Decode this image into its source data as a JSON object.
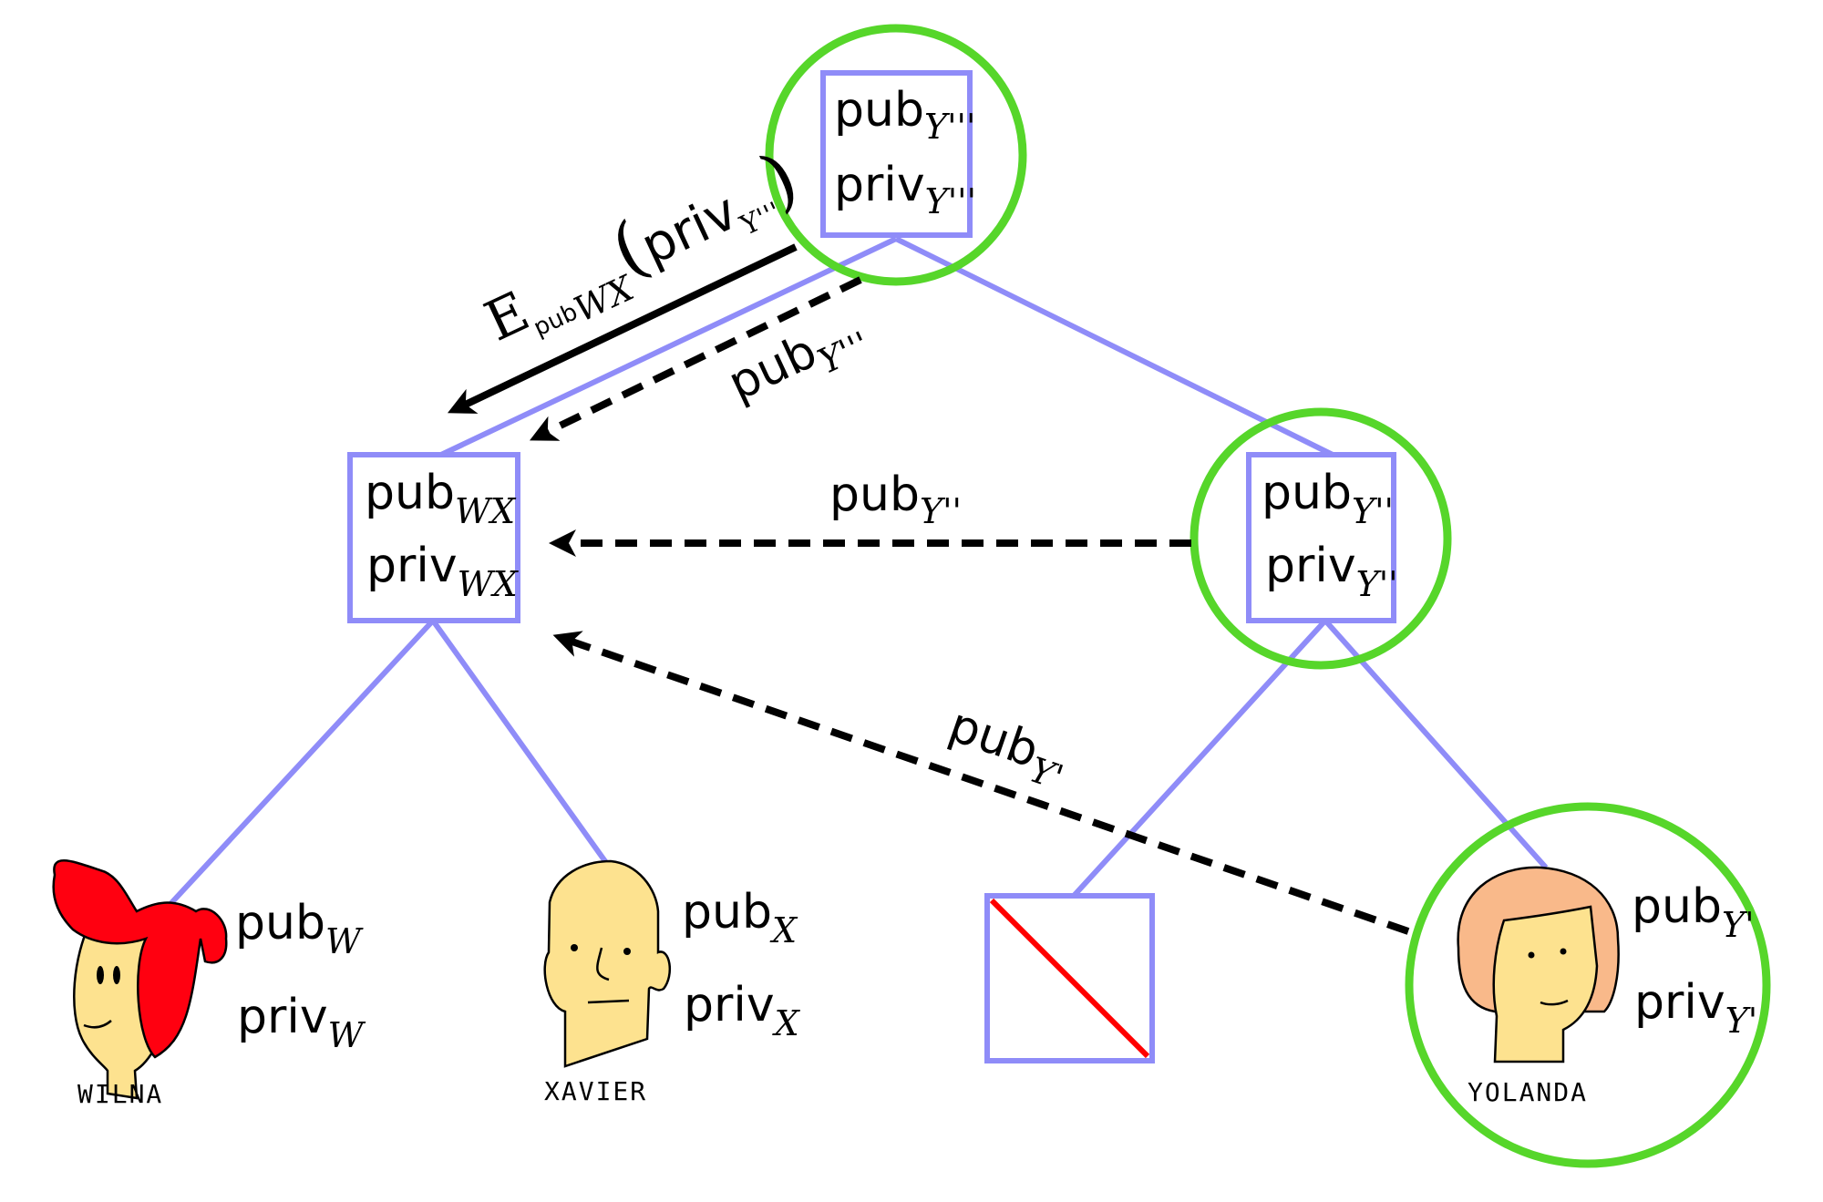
{
  "colors": {
    "tree_edge": "#8f8cf8",
    "highlight_ring": "#56d62a",
    "removed_mark": "#ff0000",
    "message": "#000000",
    "skin": "#fde28f",
    "wilna_hair": "#ff0010",
    "yolanda_hair": "#f9b98a"
  },
  "nodes": {
    "root": {
      "pub": "pub",
      "pub_sub": "Y'''",
      "priv": "priv",
      "priv_sub": "Y'''"
    },
    "wx": {
      "pub": "pub",
      "pub_sub": "WX",
      "priv": "priv",
      "priv_sub": "WX"
    },
    "ypp": {
      "pub": "pub",
      "pub_sub": "Y''",
      "priv": "priv",
      "priv_sub": "Y''"
    },
    "removed": {
      "icon": "removed-node-slash"
    }
  },
  "leaves": [
    {
      "name": "WILNA",
      "pub": "pub",
      "pub_sub": "W",
      "priv": "priv",
      "priv_sub": "W"
    },
    {
      "name": "XAVIER",
      "pub": "pub",
      "pub_sub": "X",
      "priv": "priv",
      "priv_sub": "X"
    },
    {
      "name": "YOLANDA",
      "pub": "pub",
      "pub_sub": "Y'",
      "priv": "priv",
      "priv_sub": "Y'"
    }
  ],
  "messages": {
    "encrypted": {
      "E": "E",
      "E_sub": "pub",
      "E_subsub": "WX",
      "open": "(",
      "body": "priv",
      "body_sub": "Y'''",
      "close": ")"
    },
    "pub_root": {
      "text": "pub",
      "sub": "Y'''"
    },
    "pub_ypp": {
      "text": "pub",
      "sub": "Y''"
    },
    "pub_yp": {
      "text": "pub",
      "sub": "Y'"
    }
  }
}
